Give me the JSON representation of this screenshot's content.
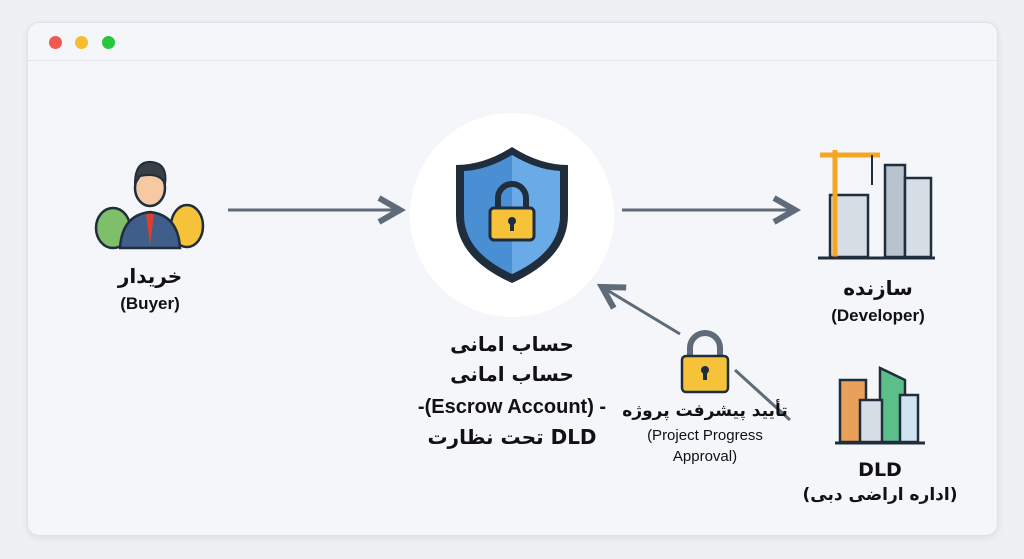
{
  "window": {
    "controls": [
      {
        "name": "close",
        "color": "#ee5a52"
      },
      {
        "name": "minimize",
        "color": "#f5bd2f"
      },
      {
        "name": "maximize",
        "color": "#28c63f"
      }
    ]
  },
  "buyer": {
    "title_fa": "خریدار",
    "title_en": "(Buyer)",
    "icon": "buyer-with-money-bags-icon"
  },
  "escrow": {
    "line1": "حساب امانی",
    "line2": "حساب امانی",
    "line3": "-(Escrow Account) -",
    "line4": "تحت نظارت DLD",
    "icon": "shield-lock-icon"
  },
  "developer": {
    "title_fa": "سازنده",
    "title_en": "(Developer)",
    "icon": "construction-crane-buildings-icon"
  },
  "approval": {
    "title_fa": "تأیید پیشرفت پروژه",
    "line2": "(Project Progress",
    "line3": "Approval)",
    "icon": "padlock-icon"
  },
  "dld": {
    "title": "DLD",
    "subtitle": "(اداره اراضی دبی)",
    "icon": "office-buildings-icon"
  },
  "colors": {
    "arrow": "#5f6b78",
    "shield": "#4a8fd4",
    "lock": "#f5c23a",
    "background": "#f4f6fa"
  }
}
